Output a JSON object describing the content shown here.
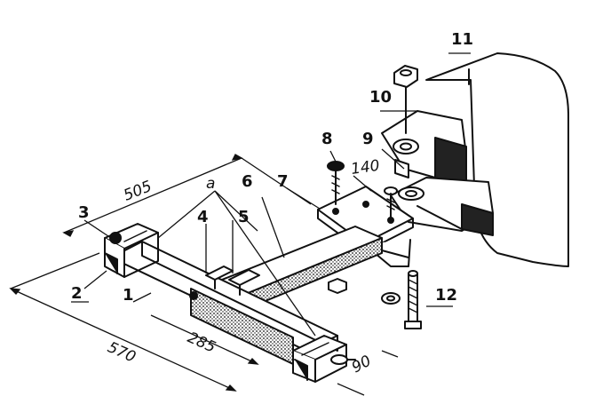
{
  "parts": {
    "p1": "1",
    "p2": "2",
    "p3": "3",
    "p4": "4",
    "p5": "5",
    "p6": "6",
    "p7": "7",
    "p8": "8",
    "p9": "9",
    "p10": "10",
    "p11": "11",
    "p12": "12"
  },
  "marker": "a",
  "dimensions": {
    "d505": "505",
    "d570": "570",
    "d285": "285",
    "d90": "90",
    "d140": "140"
  }
}
